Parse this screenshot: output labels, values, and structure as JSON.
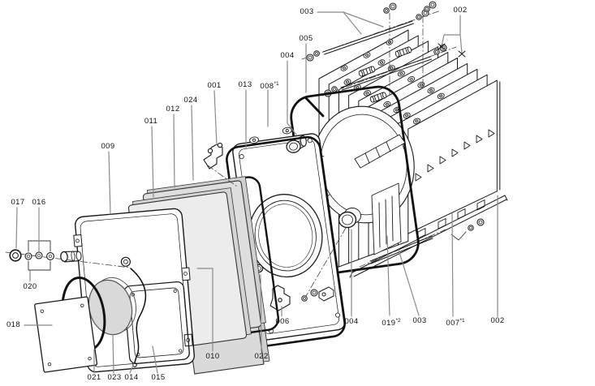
{
  "figure": {
    "type": "exploded-parts-diagram",
    "background": "#ffffff",
    "line_color": "#1a1a1a",
    "leader_color": "#8a8a8a",
    "insulation_fill": "#dedede",
    "insulation_fill_light": "#ececec"
  },
  "labels": {
    "l003t": {
      "text": "003"
    },
    "l002t": {
      "text": "002"
    },
    "l005": {
      "text": "005"
    },
    "l004t": {
      "text": "004"
    },
    "l001": {
      "text": "001"
    },
    "l013": {
      "text": "013"
    },
    "l008": {
      "text": "008",
      "sup": "*1"
    },
    "l024": {
      "text": "024"
    },
    "l012": {
      "text": "012"
    },
    "l011": {
      "text": "011"
    },
    "l009": {
      "text": "009"
    },
    "l017": {
      "text": "017"
    },
    "l016": {
      "text": "016"
    },
    "l020": {
      "text": "020"
    },
    "l018": {
      "text": "018"
    },
    "l021": {
      "text": "021"
    },
    "l023": {
      "text": "023"
    },
    "l014": {
      "text": "014"
    },
    "l015": {
      "text": "015"
    },
    "l010": {
      "text": "010"
    },
    "l022": {
      "text": "022"
    },
    "l006": {
      "text": "006"
    },
    "l004b": {
      "text": "004"
    },
    "l019": {
      "text": "019",
      "sup": "*2"
    },
    "l003b": {
      "text": "003"
    },
    "l007": {
      "text": "007",
      "sup": "*1"
    },
    "l002b": {
      "text": "002"
    }
  }
}
